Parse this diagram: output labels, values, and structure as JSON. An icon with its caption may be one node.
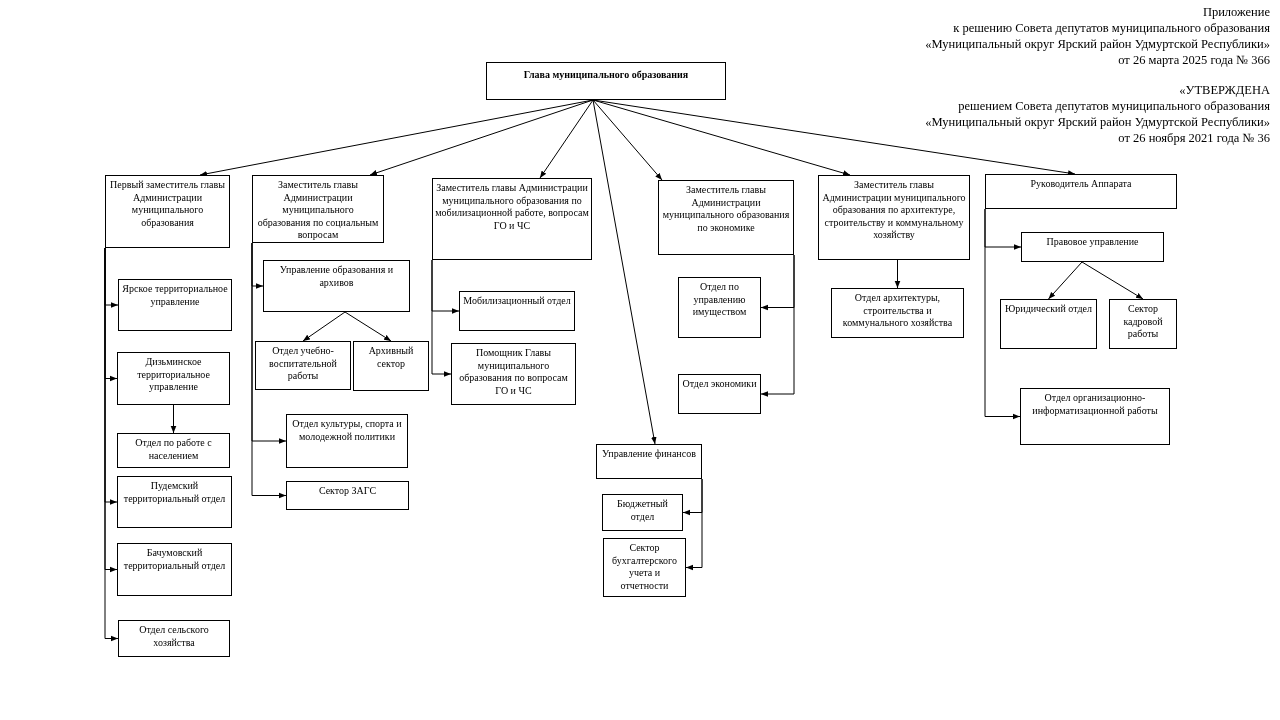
{
  "diagram": {
    "nodes": [
      {
        "text": [
          "Глава муниципального образования"
        ]
      },
      {
        "text": [
          "Первый заместитель главы Администрации муниципального образования"
        ]
      },
      {
        "text": [
          "Заместитель главы Администрации муниципального образования по социальным вопросам"
        ]
      },
      {
        "text": [
          "Заместитель главы Администрации муниципального образования по мобилизационной работе, вопросам ГО и ЧС"
        ]
      },
      {
        "text": [
          "Заместитель главы Администрации муниципального образования по экономике"
        ]
      },
      {
        "text": [
          "Заместитель главы Администрации муниципального образования по архитектуре, строительству и коммунальному хозяйству"
        ]
      },
      {
        "text": [
          "Руководитель Аппарата"
        ]
      },
      {
        "text": [
          "Ярское территориальное управление"
        ]
      },
      {
        "text": [
          "Дизьминское территориальное управление"
        ]
      },
      {
        "text": [
          "Отдел по работе с населением"
        ]
      },
      {
        "text": [
          "Пудемский территориальный отдел"
        ]
      },
      {
        "text": [
          "Бачумовский территориальный отдел"
        ]
      },
      {
        "text": [
          "Отдел сельского хозяйства"
        ]
      },
      {
        "text": [
          "Управление образования и архивов"
        ]
      },
      {
        "text": [
          "Отдел учебно-воспитательной работы"
        ]
      },
      {
        "text": [
          "Архивный сектор"
        ]
      },
      {
        "text": [
          "Отдел культуры, спорта и молодежной политики"
        ]
      },
      {
        "text": [
          "Сектор ЗАГС"
        ]
      },
      {
        "text": [
          "Мобилизационный отдел"
        ]
      },
      {
        "text": [
          "Помощник Главы муниципального образования по вопросам ГО и ЧС"
        ]
      },
      {
        "text": [
          "Отдел по управлению имуществом"
        ]
      },
      {
        "text": [
          "Отдел экономики"
        ]
      },
      {
        "text": [
          "Управление финансов"
        ]
      },
      {
        "text": [
          "Бюджетный отдел"
        ]
      },
      {
        "text": [
          "Сектор бухгалтерского учета и отчетности"
        ]
      },
      {
        "text": [
          "Отдел архитектуры, строительства и коммунального хозяйства"
        ]
      },
      {
        "text": [
          "Правовое управление"
        ]
      },
      {
        "text": [
          "Юридический отдел"
        ]
      },
      {
        "text": [
          "Сектор кадровой работы"
        ]
      },
      {
        "text": [
          "Отдел организационно-информатизационной работы"
        ]
      }
    ],
    "edges": [
      {
        "from": 0,
        "to": 1,
        "arrow": "to"
      },
      {
        "from": 0,
        "to": 2,
        "arrow": "to"
      },
      {
        "from": 0,
        "to": 3,
        "arrow": "to"
      },
      {
        "from": 0,
        "to": 22,
        "arrow": "to"
      },
      {
        "from": 0,
        "to": 4,
        "arrow": "to"
      },
      {
        "from": 0,
        "to": 5,
        "arrow": "to"
      },
      {
        "from": 0,
        "to": 6,
        "arrow": "to"
      },
      {
        "from": 1,
        "to": 7,
        "arrow": "to"
      },
      {
        "from": 1,
        "to": 8,
        "arrow": "to"
      },
      {
        "from": 8,
        "to": 9,
        "arrow": "to"
      },
      {
        "from": 1,
        "to": 10,
        "arrow": "to"
      },
      {
        "from": 1,
        "to": 11,
        "arrow": "to"
      },
      {
        "from": 1,
        "to": 12,
        "arrow": "to"
      },
      {
        "from": 2,
        "to": 13,
        "arrow": "to"
      },
      {
        "from": 13,
        "to": 14,
        "arrow": "to"
      },
      {
        "from": 13,
        "to": 15,
        "arrow": "to"
      },
      {
        "from": 2,
        "to": 16,
        "arrow": "to"
      },
      {
        "from": 2,
        "to": 17,
        "arrow": "to"
      },
      {
        "from": 3,
        "to": 18,
        "arrow": "to"
      },
      {
        "from": 3,
        "to": 19,
        "arrow": "to"
      },
      {
        "from": 4,
        "to": 20,
        "arrow": "to"
      },
      {
        "from": 4,
        "to": 21,
        "arrow": "to"
      },
      {
        "from": 22,
        "to": 23,
        "arrow": "to"
      },
      {
        "from": 22,
        "to": 24,
        "arrow": "to"
      },
      {
        "from": 5,
        "to": 25,
        "arrow": "to"
      },
      {
        "from": 6,
        "to": 26,
        "arrow": "to"
      },
      {
        "from": 26,
        "to": 27,
        "arrow": "to"
      },
      {
        "from": 26,
        "to": 28,
        "arrow": "to"
      },
      {
        "from": 6,
        "to": 29,
        "arrow": "to"
      }
    ],
    "labels": [
      "Приложение",
      "к решению Совета депутатов муниципального образования",
      "«Муниципальный округ Ярский район Удмуртской Республики»",
      "от 26 марта 2025 года № 366",
      "«УТВЕРЖДЕНА",
      "решением Совета депутатов муниципального образования",
      "«Муниципальный округ Ярский район Удмуртской Республики»",
      "от 26 ноября 2021 года № 36"
    ]
  }
}
